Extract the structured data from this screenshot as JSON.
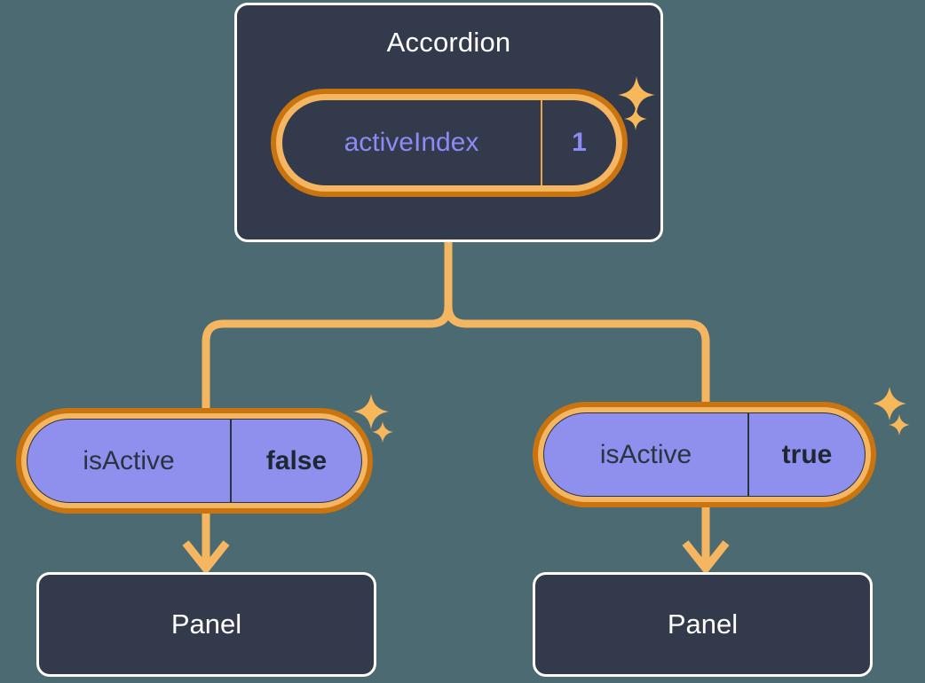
{
  "diagram": {
    "type": "component-tree",
    "background_color": "#4c6a72",
    "accent_color": "#f5b661",
    "ring_outer_color": "#c9740f",
    "node_dark_color": "#323a4b",
    "node_purple_color": "#8f90ee",
    "prop_text_color": "#8b8bf5"
  },
  "parent": {
    "title": "Accordion",
    "state": {
      "key": "activeIndex",
      "value": "1"
    }
  },
  "children": [
    {
      "prop": {
        "key": "isActive",
        "value": "false"
      },
      "panel_label": "Panel"
    },
    {
      "prop": {
        "key": "isActive",
        "value": "true"
      },
      "panel_label": "Panel"
    }
  ],
  "icons": {
    "sparkle_large": "sparkle-icon",
    "sparkle_small": "sparkle-icon",
    "arrow": "arrow-down-icon"
  }
}
